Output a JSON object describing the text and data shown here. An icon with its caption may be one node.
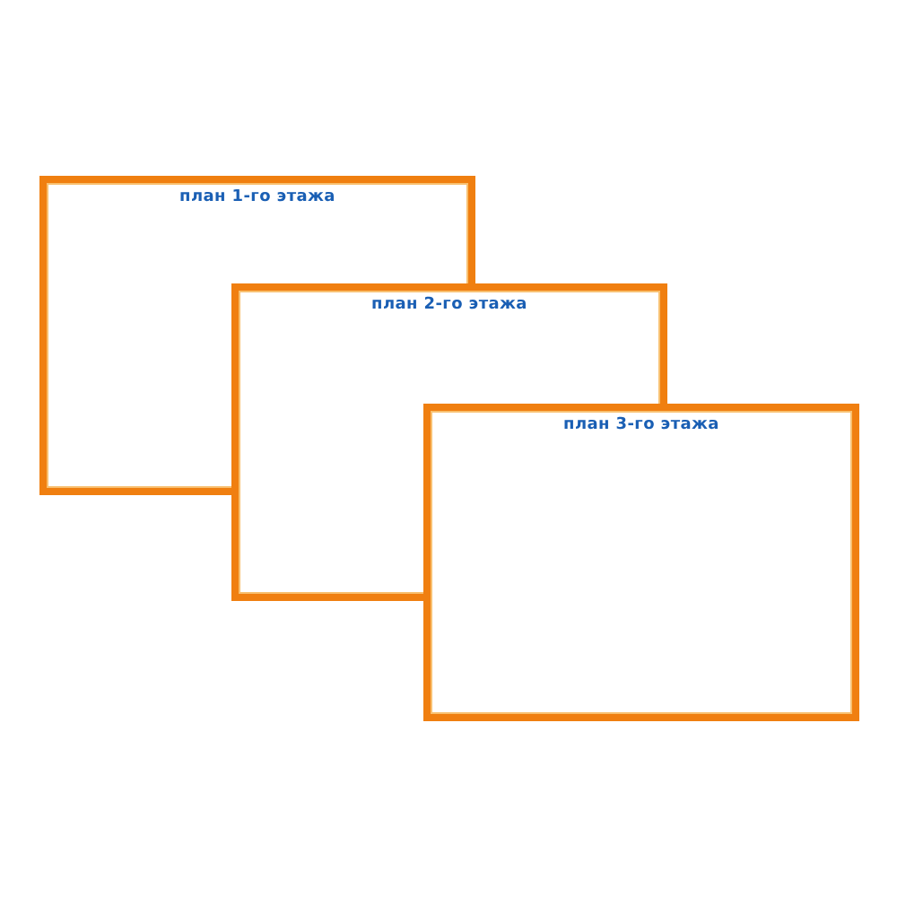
{
  "diagram": {
    "nodes": [
      {
        "text": [
          "план 1-го этажа"
        ]
      },
      {
        "text": [
          "план 2-го этажа"
        ]
      },
      {
        "text": [
          "план 3-го этажа"
        ]
      }
    ]
  }
}
